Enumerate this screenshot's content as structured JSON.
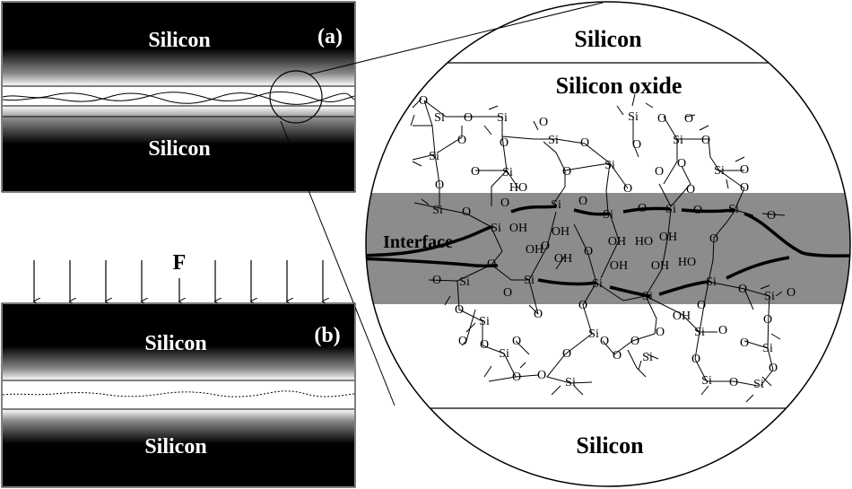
{
  "panel_a": {
    "tag": "(a)",
    "top_layer": "Silicon",
    "bottom_layer": "Silicon"
  },
  "panel_b": {
    "tag": "(b)",
    "force_label": "F",
    "top_layer": "Silicon",
    "bottom_layer": "Silicon"
  },
  "zoom": {
    "top_label": "Silicon",
    "oxide_label": "Silicon oxide",
    "interface_label": "Interface",
    "bottom_label": "Silicon"
  },
  "chem": {
    "si": "Si",
    "o": "O",
    "oh": "OH",
    "ho": "HO"
  },
  "colors": {
    "silicon_dark": "#000000",
    "interface_band": "#8c8c8c",
    "line": "#000000"
  }
}
